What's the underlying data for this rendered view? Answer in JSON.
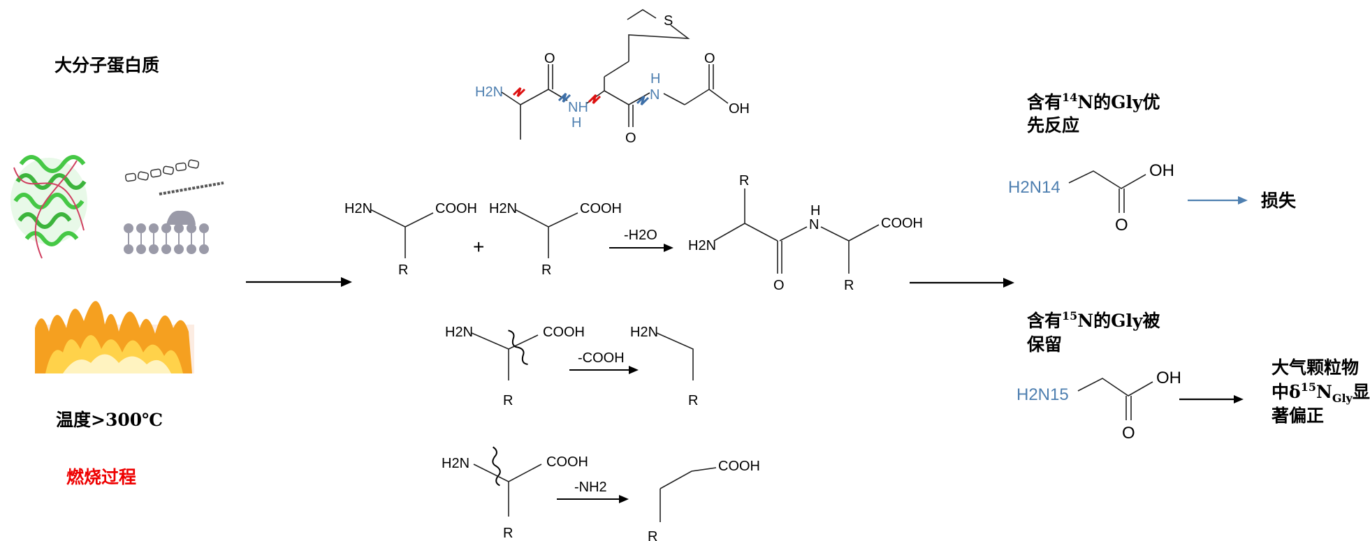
{
  "texts": {
    "macro_protein": "大分子蛋白质",
    "temperature": "温度>300℃",
    "combustion": "燃烧过程",
    "gly14_line1_pre": "含有",
    "gly14_sup": "14",
    "gly14_line1_post": "N的Gly优",
    "gly14_line2": "先反应",
    "loss": "损失",
    "gly15_line1_pre": "含有",
    "gly15_sup": "15",
    "gly15_line1_post": "N的Gly被",
    "gly15_line2": "保留",
    "result_line1": "大气颗粒物",
    "result_line2_pre": "中δ",
    "result_sup": "15",
    "result_mid": "N",
    "result_sub": "Gly",
    "result_line2_post": "显",
    "result_line3": "著偏正"
  },
  "chem": {
    "peptide_S": "S",
    "peptide_H2N": "H2N",
    "peptide_NH1": "NH",
    "peptide_H1": "H",
    "peptide_H2": "H",
    "peptide_N2": "N",
    "peptide_O1": "O",
    "peptide_O2": "O",
    "peptide_O3": "O",
    "peptide_OH": "OH",
    "aa_H2N": "H2N",
    "aa_COOH": "COOH",
    "aa_R": "R",
    "plus": "+",
    "minus_h2o": "-H2O",
    "dipep_R1": "R",
    "dipep_H2N": "H2N",
    "dipep_H": "H",
    "dipep_N": "N",
    "dipep_COOH": "COOH",
    "dipep_O": "O",
    "dipep_R2": "R",
    "decarb_H2N": "H2N",
    "decarb_COOH": "COOH",
    "decarb_R": "R",
    "minus_cooh": "-COOH",
    "decarb_prod_H2N": "H2N",
    "decarb_prod_R": "R",
    "deam_H2N": "H2N",
    "deam_COOH": "COOH",
    "deam_R": "R",
    "minus_nh2": "-NH2",
    "deam_prod_COOH": "COOH",
    "deam_prod_R": "R",
    "gly14_label": "H2N14",
    "gly14_OH": "OH",
    "gly14_O": "O",
    "gly15_label": "H2N15",
    "gly15_OH": "OH",
    "gly15_O": "O"
  },
  "colors": {
    "combustion_text": "#ee0000",
    "nitrogen_blue": "#4e7fb0",
    "cleave_red": "#dd1111",
    "cleave_blue": "#3d6fa8",
    "loss_arrow": "#4e7fb0",
    "protein_green": "#45c845",
    "membrane_grey": "#9a9aa8",
    "flame_orange": "#f5a020"
  },
  "icons": {
    "protein": "protein-ribbon-icon",
    "chain": "polypeptide-chain-icon",
    "membrane": "lipid-membrane-icon",
    "flame": "flame-icon"
  }
}
